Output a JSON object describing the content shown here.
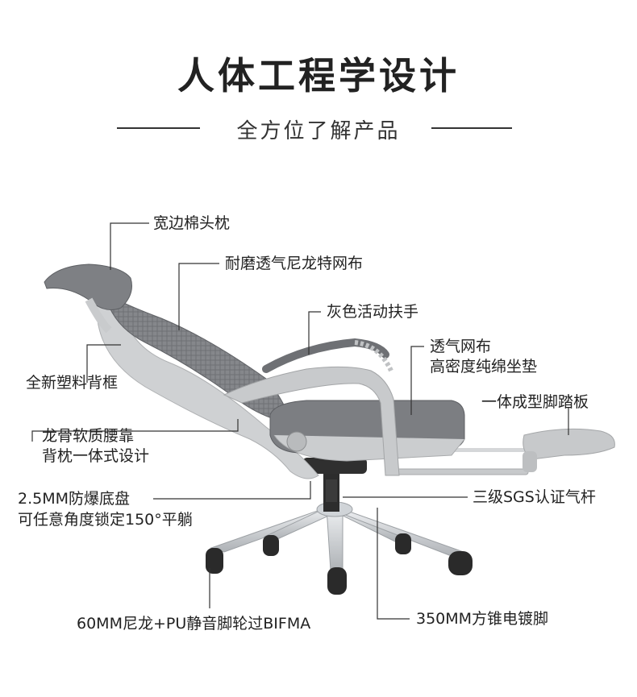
{
  "header": {
    "title": "人体工程学设计",
    "subtitle": "全方位了解产品"
  },
  "callouts": {
    "headrest": "宽边棉头枕",
    "mesh": "耐磨透气尼龙特网布",
    "armrest": "灰色活动扶手",
    "seat_line1": "透气网布",
    "seat_line2": "高密度纯绵坐垫",
    "backframe": "全新塑料背框",
    "footrest": "一体成型脚踏板",
    "lumbar_line1": "龙骨软质腰靠",
    "lumbar_line2": "背枕一体式设计",
    "chassis_line1": "2.5MM防爆底盘",
    "chassis_line2": "可任意角度锁定150°平躺",
    "gaslift": "三级SGS认证气杆",
    "casters": "60MM尼龙+PU静音脚轮过BIFMA",
    "base": "350MM方锥电镀脚"
  },
  "colors": {
    "frame": "#c9cbcd",
    "mesh": "#7d7f83",
    "cushion": "#7a7c80",
    "chrome": "#d7dadd",
    "wheel": "#2a2a2a",
    "line": "#333333"
  }
}
